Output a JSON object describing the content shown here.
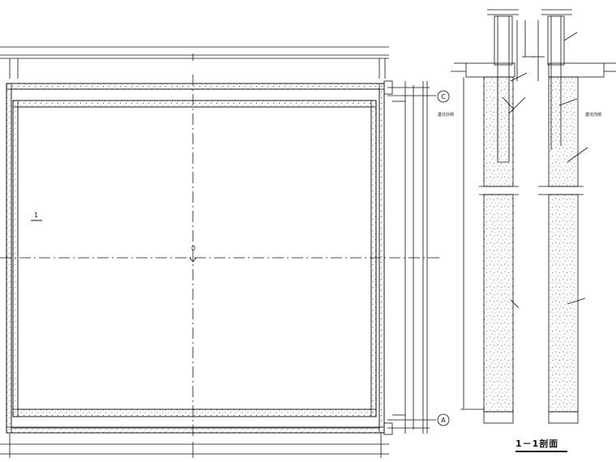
{
  "plan": {
    "axis_labels": {
      "c": "C",
      "a": "A"
    },
    "section_marker": "1",
    "center_mark": "0"
  },
  "section": {
    "title": "1－1剖面",
    "left_label": "基坑外侧",
    "right_label": "基坑内侧"
  },
  "colors": {
    "line": "#111111",
    "fill_dots": "#444444"
  }
}
